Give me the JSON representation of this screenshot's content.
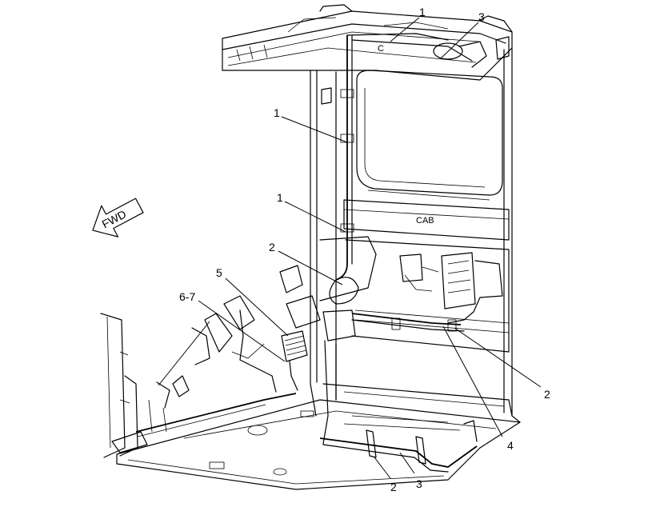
{
  "diagram": {
    "fwd_label": "FWD",
    "cab_label": "CAB",
    "c_label": "C",
    "callouts": [
      {
        "id": "c1a",
        "text": "1"
      },
      {
        "id": "c3a",
        "text": "3"
      },
      {
        "id": "c1b",
        "text": "1"
      },
      {
        "id": "c1c",
        "text": "1"
      },
      {
        "id": "c2a",
        "text": "2"
      },
      {
        "id": "c5",
        "text": "5"
      },
      {
        "id": "c67",
        "text": "6-7"
      },
      {
        "id": "c2b",
        "text": "2"
      },
      {
        "id": "c4",
        "text": "4"
      },
      {
        "id": "c2c",
        "text": "2"
      },
      {
        "id": "c3b",
        "text": "3"
      }
    ]
  }
}
